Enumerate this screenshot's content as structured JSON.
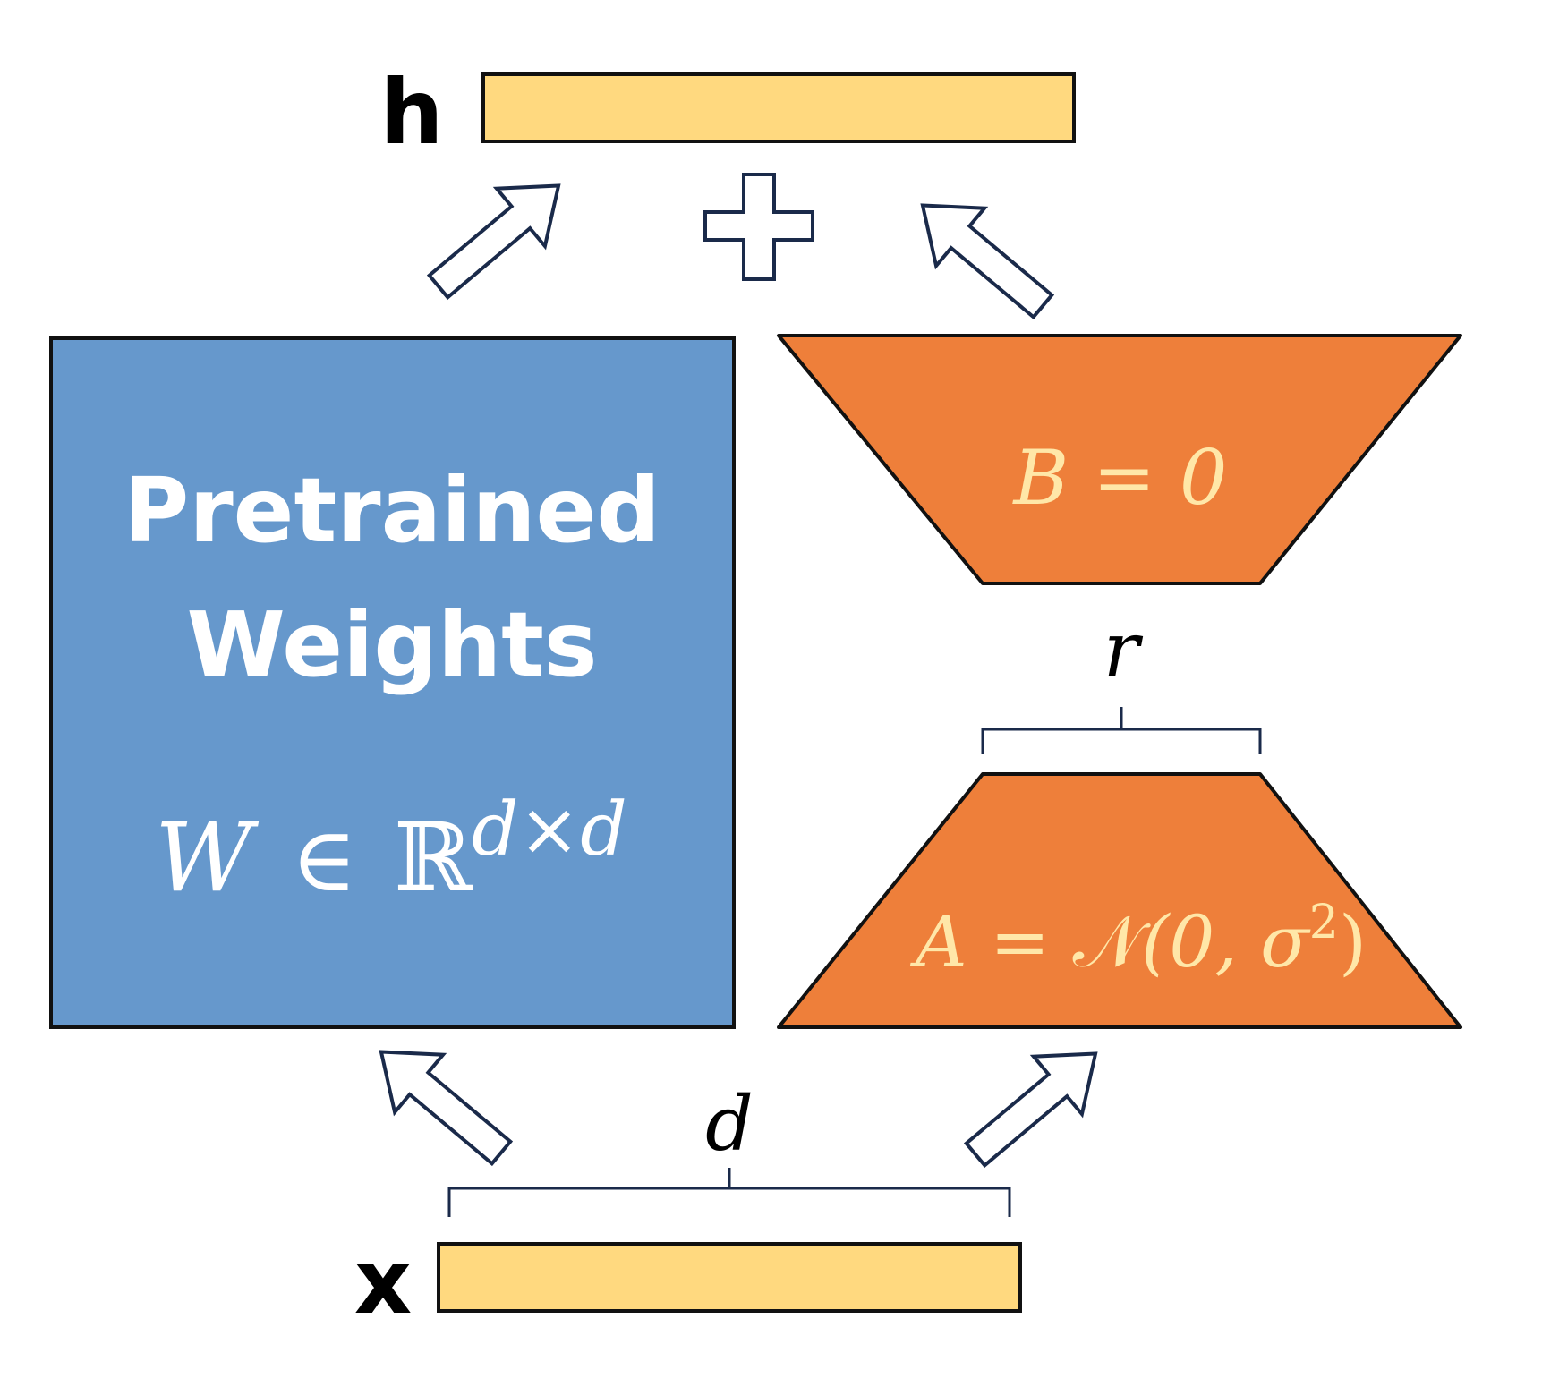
{
  "output_label": "h",
  "input_label": "x",
  "plus_symbol": "+",
  "pretrained": {
    "title_line1": "Pretrained",
    "title_line2": "Weights",
    "eq_W": "W",
    "eq_in": "∈",
    "eq_R": "ℝ",
    "eq_exp": "d×d"
  },
  "matrix_B": {
    "text": "B = 0"
  },
  "matrix_A": {
    "lhs": "A = ",
    "normal": "𝒩",
    "args": "(0, σ",
    "exp": "2",
    "close": ")"
  },
  "rank_label": "r",
  "dim_label": "d",
  "colors": {
    "vector": "#ffd97f",
    "pretrained": "#6698cc",
    "adapter": "#ee7f3a",
    "adapter_text": "#ffe7a8",
    "outline": "#1a2a4a"
  }
}
